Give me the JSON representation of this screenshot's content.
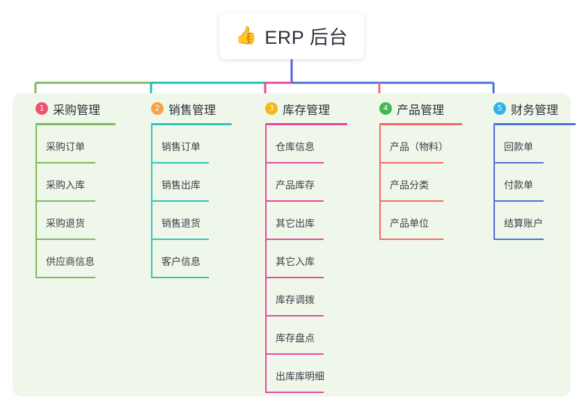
{
  "title": {
    "emoji": "👍",
    "emoji_name": "thumbs-up-emoji",
    "text": "ERP 后台"
  },
  "colors": {
    "panel_bg": "#eef7e9",
    "page_bg": "#ffffff",
    "card_bg": "#ffffff",
    "text": "#2b3038",
    "trunk": "#5b5bd6",
    "branch_1": "#7cb85c",
    "branch_2": "#1bbfb0",
    "branch_3": "#e8459a",
    "branch_4": "#f4685f",
    "branch_5": "#4a6fd4"
  },
  "columns": [
    {
      "index": "1",
      "badge_color": "#f0506e",
      "accent": "#7cb85c",
      "title": "采购管理",
      "items": [
        "采购订单",
        "采购入库",
        "采购退货",
        "供应商信息"
      ]
    },
    {
      "index": "2",
      "badge_color": "#f5a04a",
      "accent": "#2cc4b5",
      "title": "销售管理",
      "items": [
        "销售订单",
        "销售出库",
        "销售退货",
        "客户信息"
      ]
    },
    {
      "index": "3",
      "badge_color": "#f9b515",
      "accent": "#e8459a",
      "title": "库存管理",
      "items": [
        "仓库信息",
        "产品库存",
        "其它出库",
        "其它入库",
        "库存调拨",
        "库存盘点",
        "出库库明细"
      ]
    },
    {
      "index": "4",
      "badge_color": "#3fb950",
      "accent": "#f4685f",
      "title": "产品管理",
      "items": [
        "产品（物料）",
        "产品分类",
        "产品单位"
      ]
    },
    {
      "index": "5",
      "badge_color": "#30b3e8",
      "accent": "#4a6fd4",
      "title": "财务管理",
      "items": [
        "回款单",
        "付款单",
        "结算账户"
      ]
    }
  ]
}
